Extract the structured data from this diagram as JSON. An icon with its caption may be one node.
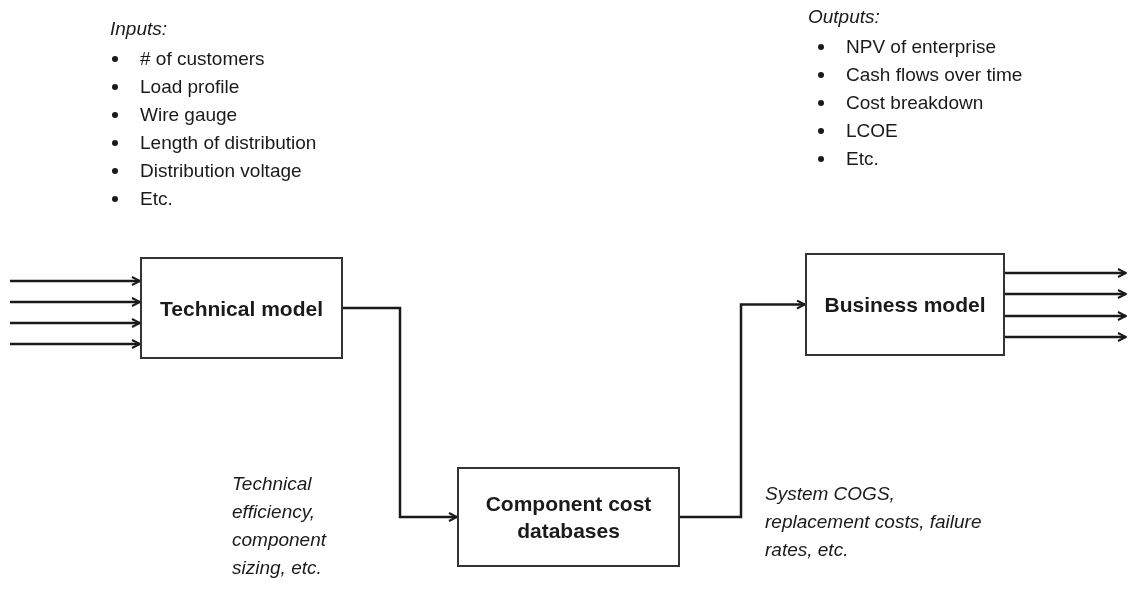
{
  "diagram": {
    "nodes": [
      {
        "text": [
          "Technical model"
        ]
      },
      {
        "text": [
          "Component cost databases"
        ]
      },
      {
        "text": [
          "Business model"
        ]
      }
    ],
    "edges": [
      {
        "from": null,
        "to": 0,
        "arrow": "to"
      },
      {
        "from": null,
        "to": 0,
        "arrow": "to"
      },
      {
        "from": null,
        "to": 0,
        "arrow": "to"
      },
      {
        "from": null,
        "to": 0,
        "arrow": "to"
      },
      {
        "from": 0,
        "to": 1,
        "arrow": "to",
        "label": "Technical efficiency, component sizing, etc."
      },
      {
        "from": 1,
        "to": 2,
        "arrow": "to",
        "label": "System COGS, replacement costs, failure rates, etc."
      },
      {
        "from": 2,
        "to": null,
        "arrow": "to"
      },
      {
        "from": 2,
        "to": null,
        "arrow": "to"
      },
      {
        "from": 2,
        "to": null,
        "arrow": "to"
      },
      {
        "from": 2,
        "to": null,
        "arrow": "to"
      }
    ],
    "labels": [
      "Inputs:",
      "# of customers",
      "Load profile",
      "Wire gauge",
      "Length of distribution",
      "Distribution voltage",
      "Etc.",
      "Outputs:",
      "NPV of enterprise",
      "Cash flows over time",
      "Cost breakdown",
      "LCOE",
      "Etc."
    ]
  }
}
